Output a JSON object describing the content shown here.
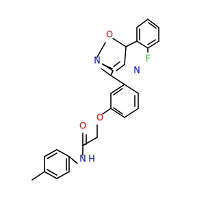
{
  "structure": {
    "atom_labels": {
      "fluorine": "F",
      "ring_oxygen": "O",
      "ring_nitrogen_left": "N",
      "ring_nitrogen_right": "N",
      "ether_oxygen": "O",
      "carbonyl_oxygen": "O",
      "amide_nitrogen": "N",
      "amide_hydrogen": "H"
    },
    "colors": {
      "bond": "#000000",
      "carbon": "#000000",
      "oxygen": "#ff0000",
      "nitrogen": "#0000ff",
      "fluorine": "#33cc33"
    }
  }
}
